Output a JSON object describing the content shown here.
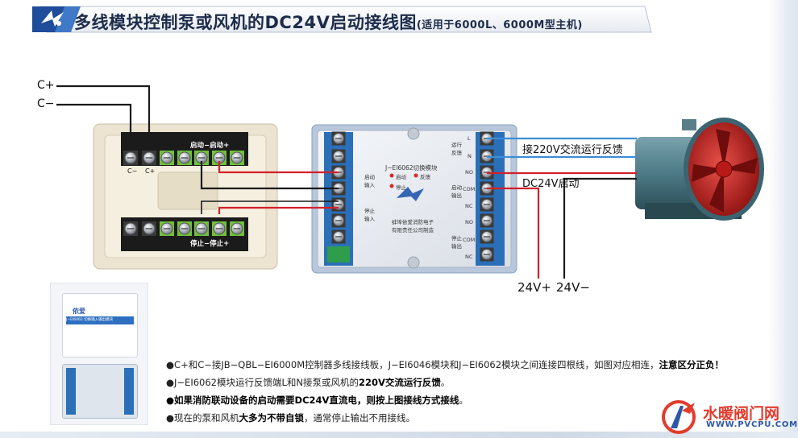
{
  "title": {
    "main": "多线模块控制泵或风机的DC24V启动接线图",
    "suffix": "(适用于6000L、6000M型主机)"
  },
  "wires": {
    "c_plus": "C+",
    "c_minus": "C−",
    "feedback_label": "接220V交流运行反馈",
    "dc24_start": "DC24V启动",
    "v24_plus": "24V+",
    "v24_minus": "24V−"
  },
  "board": {
    "start_label": "启动−启动+",
    "stop_label": "停止−停止+",
    "c_minus_small": "C−",
    "c_plus_small": "C+"
  },
  "module": {
    "name": "J−EI6062切换模块",
    "status_start": "启动",
    "status_feedback": "反馈",
    "status_stop": "停止",
    "left_start_label": "启动输入",
    "left_stop_label": "停止输入",
    "right_feedback_label": "运行反馈",
    "right_start_label": "启动输出",
    "right_stop_label": "停止输出",
    "pin_l": "L",
    "pin_n": "N",
    "pin_no": "NO",
    "pin_com": "COM",
    "pin_nc": "NC",
    "company_1": "蚌埠依爱消防电子",
    "company_2": "有限责任公司制造"
  },
  "thumb": {
    "brand": "依爱",
    "model": "J−EI6062 切换输入输出模块"
  },
  "notes": [
    {
      "pre": "●C+和C−接JB−QBL−EI6000M控制器多线接线板，J−EI6046模块和J−EI6062模块之间连接四根线，如图对应相连，",
      "bold": "注意区分正负！",
      "post": ""
    },
    {
      "pre": "●J−EI6062模块运行反馈端L和N接泵或风机的",
      "bold": "220V交流运行反馈",
      "post": "。"
    },
    {
      "pre": "",
      "bold": "●如果消防联动设备的启动需要DC24V直流电，则按上图接线方式接线",
      "post": "。"
    },
    {
      "pre": "●现在的泵和风机",
      "bold": "大多为不带自锁",
      "post": "，通常停止输出不用接线。"
    }
  ],
  "watermark": {
    "text": "水暖阀门网",
    "url": "WWW.PVCPU.COM"
  },
  "colors": {
    "red_wire": "#d3202a",
    "blue_wire": "#3a8fd6",
    "dark_wire": "#1a1a1a",
    "terminal_green": "#6fc23b",
    "fan_red": "#c8201d",
    "fan_body": "#4d7a86"
  }
}
